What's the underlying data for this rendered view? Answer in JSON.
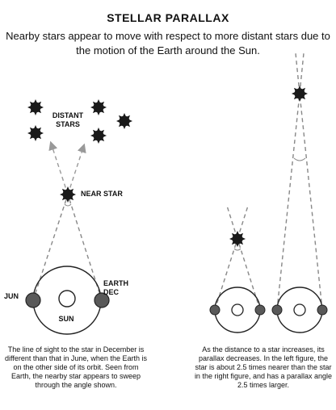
{
  "title": "STELLAR PARALLAX",
  "subtitle": "Nearby stars appear to move with respect to more distant stars due to the motion of the Earth around the Sun.",
  "labels": {
    "distant_stars": "DISTANT STARS",
    "near_star": "NEAR STAR",
    "earth_dec": "EARTH DEC",
    "jun": "JUN",
    "sun": "SUN"
  },
  "captions": {
    "left": "The line of sight to the star in December is different than that in June, when the Earth is on the other side of its orbit. Seen from Earth, the nearby star appears to sweep through the angle shown.",
    "right": "As the distance to a star increases, its parallax decreases. In the left figure, the star is about 2.5 times nearer than the star in the right figure, and has a parallax angle 2.5 times larger."
  },
  "colors": {
    "star": "#1a1a1a",
    "earth": "#595959",
    "line": "#888888",
    "orbit": "#222222"
  }
}
